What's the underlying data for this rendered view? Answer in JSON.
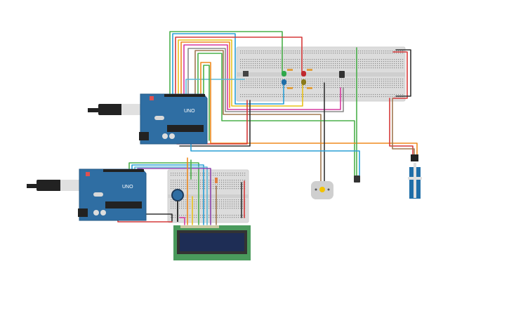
{
  "canvas": {
    "background": "#ffffff"
  },
  "components": {
    "arduino_top": {
      "label": "UNO",
      "brand_color": "#2f6ea3"
    },
    "arduino_bottom": {
      "label": "UNO",
      "brand_color": "#2f6ea3"
    },
    "breadboard_main": {
      "color": "#dcdcdc"
    },
    "breadboard_small": {
      "color": "#dcdcdc"
    },
    "lcd": {
      "pcb_color": "#4a9a5c",
      "screen_color": "#1e2d55"
    },
    "leds": [
      {
        "color": "#2fa84a",
        "name": "green"
      },
      {
        "color": "#c0272d",
        "name": "red"
      },
      {
        "color": "#1f6ea8",
        "name": "blue"
      },
      {
        "color": "#8a7a1a",
        "name": "yellow"
      }
    ],
    "servo": {
      "color": "#1f6ea8"
    },
    "dc_motor": {
      "color": "#cfcfcf",
      "accent": "#f2c200"
    },
    "potentiometer": {
      "color": "#2f6ea3"
    }
  },
  "wire_colors": {
    "green": "#4bb04b",
    "red": "#d63a3a",
    "blue": "#2a9fd6",
    "yellow": "#e8c21c",
    "orange": "#ef8a1e",
    "purple": "#8e44ad",
    "magenta": "#d63aa0",
    "gray": "#8a8a8a",
    "brown": "#a07850",
    "black": "#333333",
    "cyan": "#5bb8d6"
  }
}
